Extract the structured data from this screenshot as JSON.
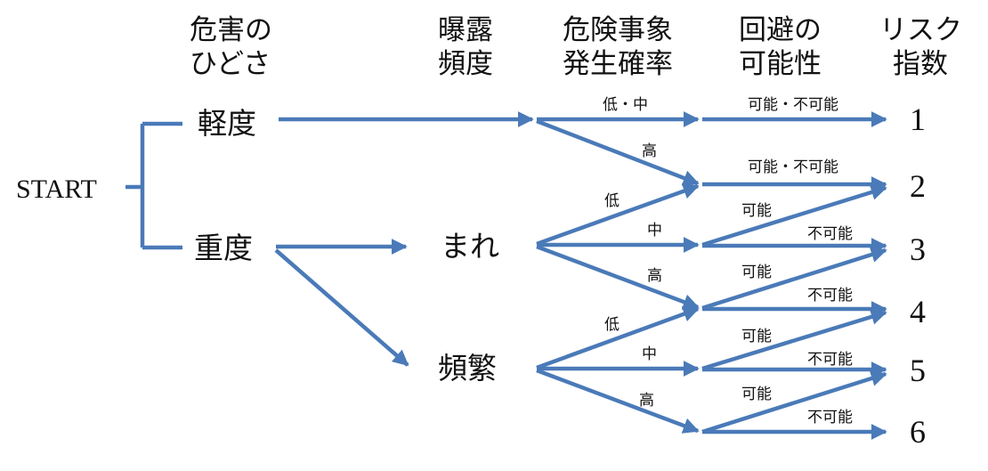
{
  "colors": {
    "edge": "#4a7ab8",
    "text": "#111111"
  },
  "headers": {
    "harm": [
      "危害の",
      "ひどさ"
    ],
    "exposure": [
      "曝露",
      "頻度"
    ],
    "event": [
      "危険事象",
      "発生確率"
    ],
    "avoid": [
      "回避の",
      "可能性"
    ],
    "risk": [
      "リスク",
      "指数"
    ]
  },
  "nodes": {
    "start": "START",
    "light": "軽度",
    "heavy": "重度",
    "rare": "まれ",
    "frequent": "頻繁"
  },
  "labels": {
    "low_mid": "低・中",
    "high": "高",
    "low": "低",
    "mid": "中",
    "possible": "可能",
    "impossible": "不可能",
    "possible_impossible": "可能・不可能"
  },
  "indices": [
    "1",
    "2",
    "3",
    "4",
    "5",
    "6"
  ]
}
